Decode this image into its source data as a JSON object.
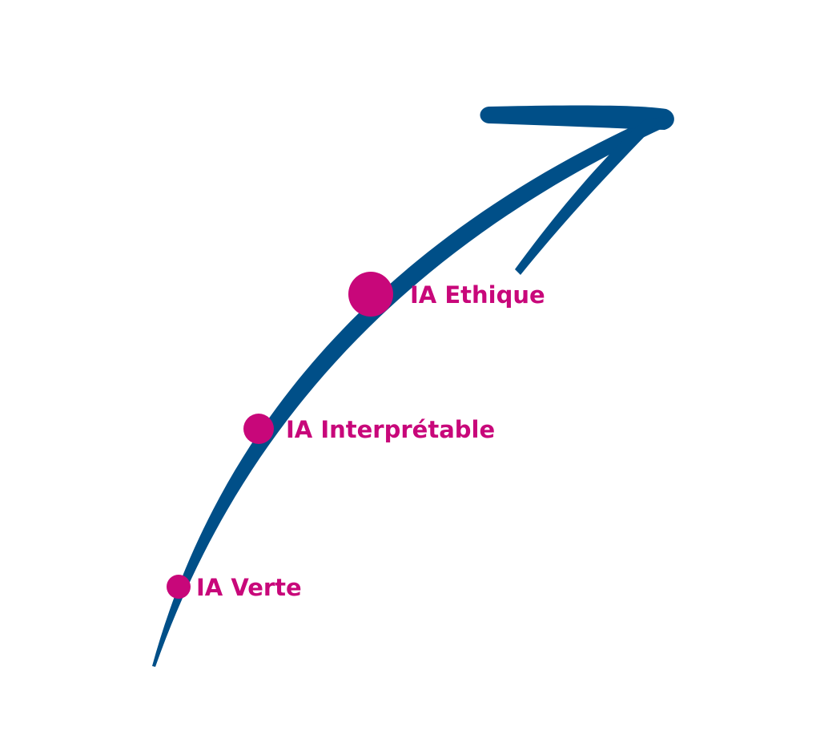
{
  "diagram": {
    "colors": {
      "arrow": "#004f88",
      "marker": "#c8077a",
      "label": "#c8077a",
      "background": "#ffffff"
    },
    "stages": [
      {
        "label": "IA Verte",
        "size": "small"
      },
      {
        "label": "IA Interprétable",
        "size": "medium"
      },
      {
        "label": "IA Ethique",
        "size": "large"
      }
    ]
  }
}
